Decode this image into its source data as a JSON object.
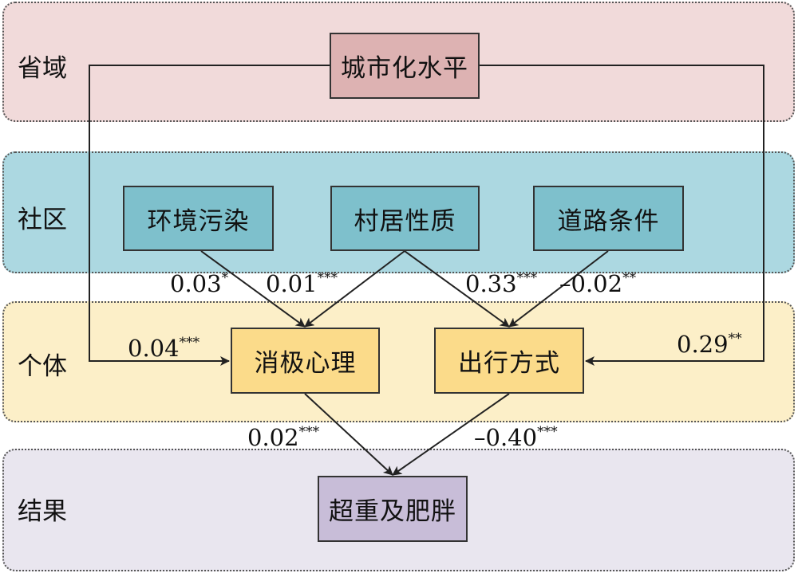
{
  "levels": {
    "province": "省域",
    "community": "社区",
    "individual": "个体",
    "outcome": "结果"
  },
  "nodes": {
    "urbanization": "城市化水平",
    "environment_pollution": "环境污染",
    "village_type": "村居性质",
    "road_condition": "道路条件",
    "negative_psychology": "消极心理",
    "travel_mode": "出行方式",
    "overweight_obesity": "超重及肥胖"
  },
  "coefficients": {
    "env_to_neg": {
      "value": "0.03",
      "sig": "*"
    },
    "village_to_neg": {
      "value": "0.01",
      "sig": "***"
    },
    "village_to_travel": {
      "value": "0.33",
      "sig": "***"
    },
    "road_to_travel": {
      "value": "–0.02",
      "sig": "**"
    },
    "urban_to_neg": {
      "value": "0.04",
      "sig": "***"
    },
    "urban_to_travel": {
      "value": "0.29",
      "sig": "**"
    },
    "neg_to_obesity": {
      "value": "0.02",
      "sig": "***"
    },
    "travel_to_obesity": {
      "value": "–0.40",
      "sig": "***"
    }
  },
  "colors": {
    "province_band": "#f1dada",
    "community_band": "#acd8e1",
    "individual_band": "#fcefc8",
    "outcome_band": "#e9e6ef",
    "province_node": "#ddb2b2",
    "community_node": "#7ec0cc",
    "individual_node": "#fbdb8a",
    "outcome_node": "#c8bdd8"
  }
}
